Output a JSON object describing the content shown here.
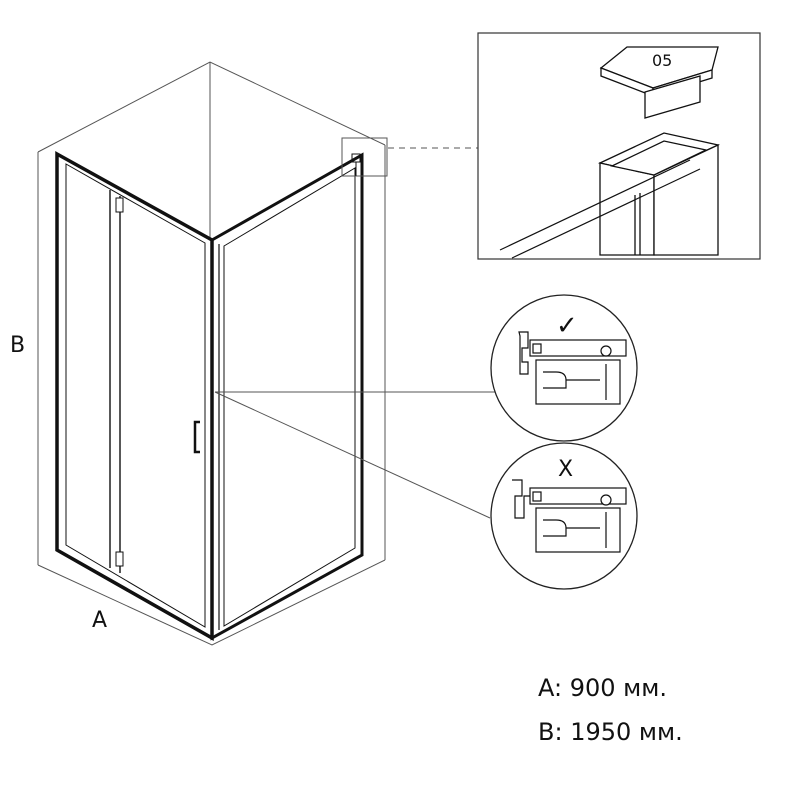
{
  "diagram": {
    "labels": {
      "width_axis": "A",
      "height_axis": "B"
    },
    "detail_part_number": "05",
    "detail_correct_mark": "✓",
    "detail_wrong_mark": "X",
    "specs": [
      {
        "label": "A:",
        "value": "900 мм."
      },
      {
        "label": "B:",
        "value": "1950 мм."
      }
    ]
  },
  "colors": {
    "line": "#2a2a2a",
    "frame": "#111111",
    "background": "#ffffff"
  }
}
